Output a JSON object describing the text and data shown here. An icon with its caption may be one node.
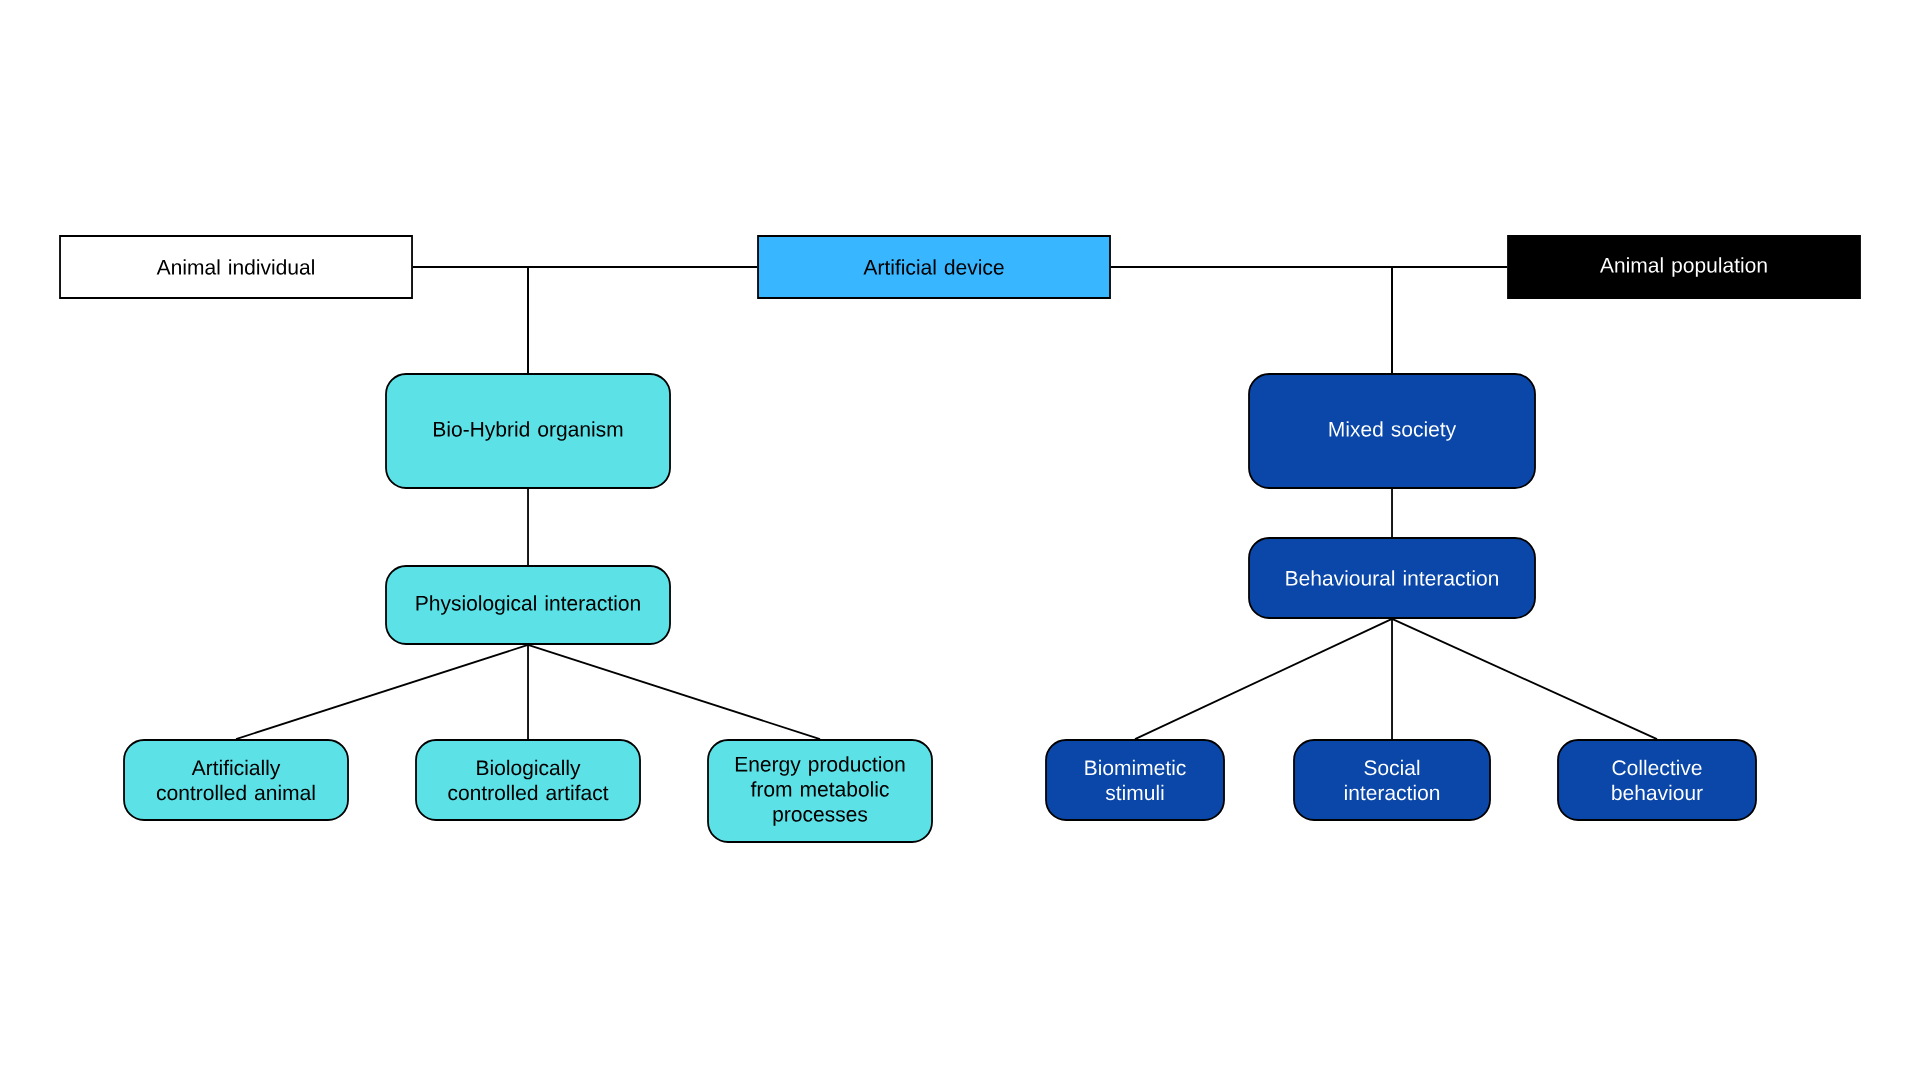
{
  "diagram": {
    "nodes": [
      {
        "text": [
          "Animal individual"
        ]
      },
      {
        "text": [
          "Artificial device"
        ]
      },
      {
        "text": [
          "Animal population"
        ]
      },
      {
        "text": [
          "Bio-Hybrid organism"
        ]
      },
      {
        "text": [
          "Physiological interaction"
        ]
      },
      {
        "text": [
          "Artificially controlled animal"
        ]
      },
      {
        "text": [
          "Biologically controlled artifact"
        ]
      },
      {
        "text": [
          "Energy production from metabolic processes"
        ]
      },
      {
        "text": [
          "Mixed society"
        ]
      },
      {
        "text": [
          "Behavioural interaction"
        ]
      },
      {
        "text": [
          "Biomimetic stimuli"
        ]
      },
      {
        "text": [
          "Social interaction"
        ]
      },
      {
        "text": [
          "Collective behaviour"
        ]
      }
    ],
    "edges": [
      {
        "from": 0,
        "to": 3,
        "arrow": "none"
      },
      {
        "from": 1,
        "to": 3,
        "arrow": "none"
      },
      {
        "from": 1,
        "to": 8,
        "arrow": "none"
      },
      {
        "from": 2,
        "to": 8,
        "arrow": "none"
      },
      {
        "from": 3,
        "to": 4,
        "arrow": "none"
      },
      {
        "from": 4,
        "to": 5,
        "arrow": "none"
      },
      {
        "from": 4,
        "to": 6,
        "arrow": "none"
      },
      {
        "from": 4,
        "to": 7,
        "arrow": "none"
      },
      {
        "from": 8,
        "to": 9,
        "arrow": "none"
      },
      {
        "from": 9,
        "to": 10,
        "arrow": "none"
      },
      {
        "from": 9,
        "to": 11,
        "arrow": "none"
      },
      {
        "from": 9,
        "to": 12,
        "arrow": "none"
      }
    ]
  }
}
